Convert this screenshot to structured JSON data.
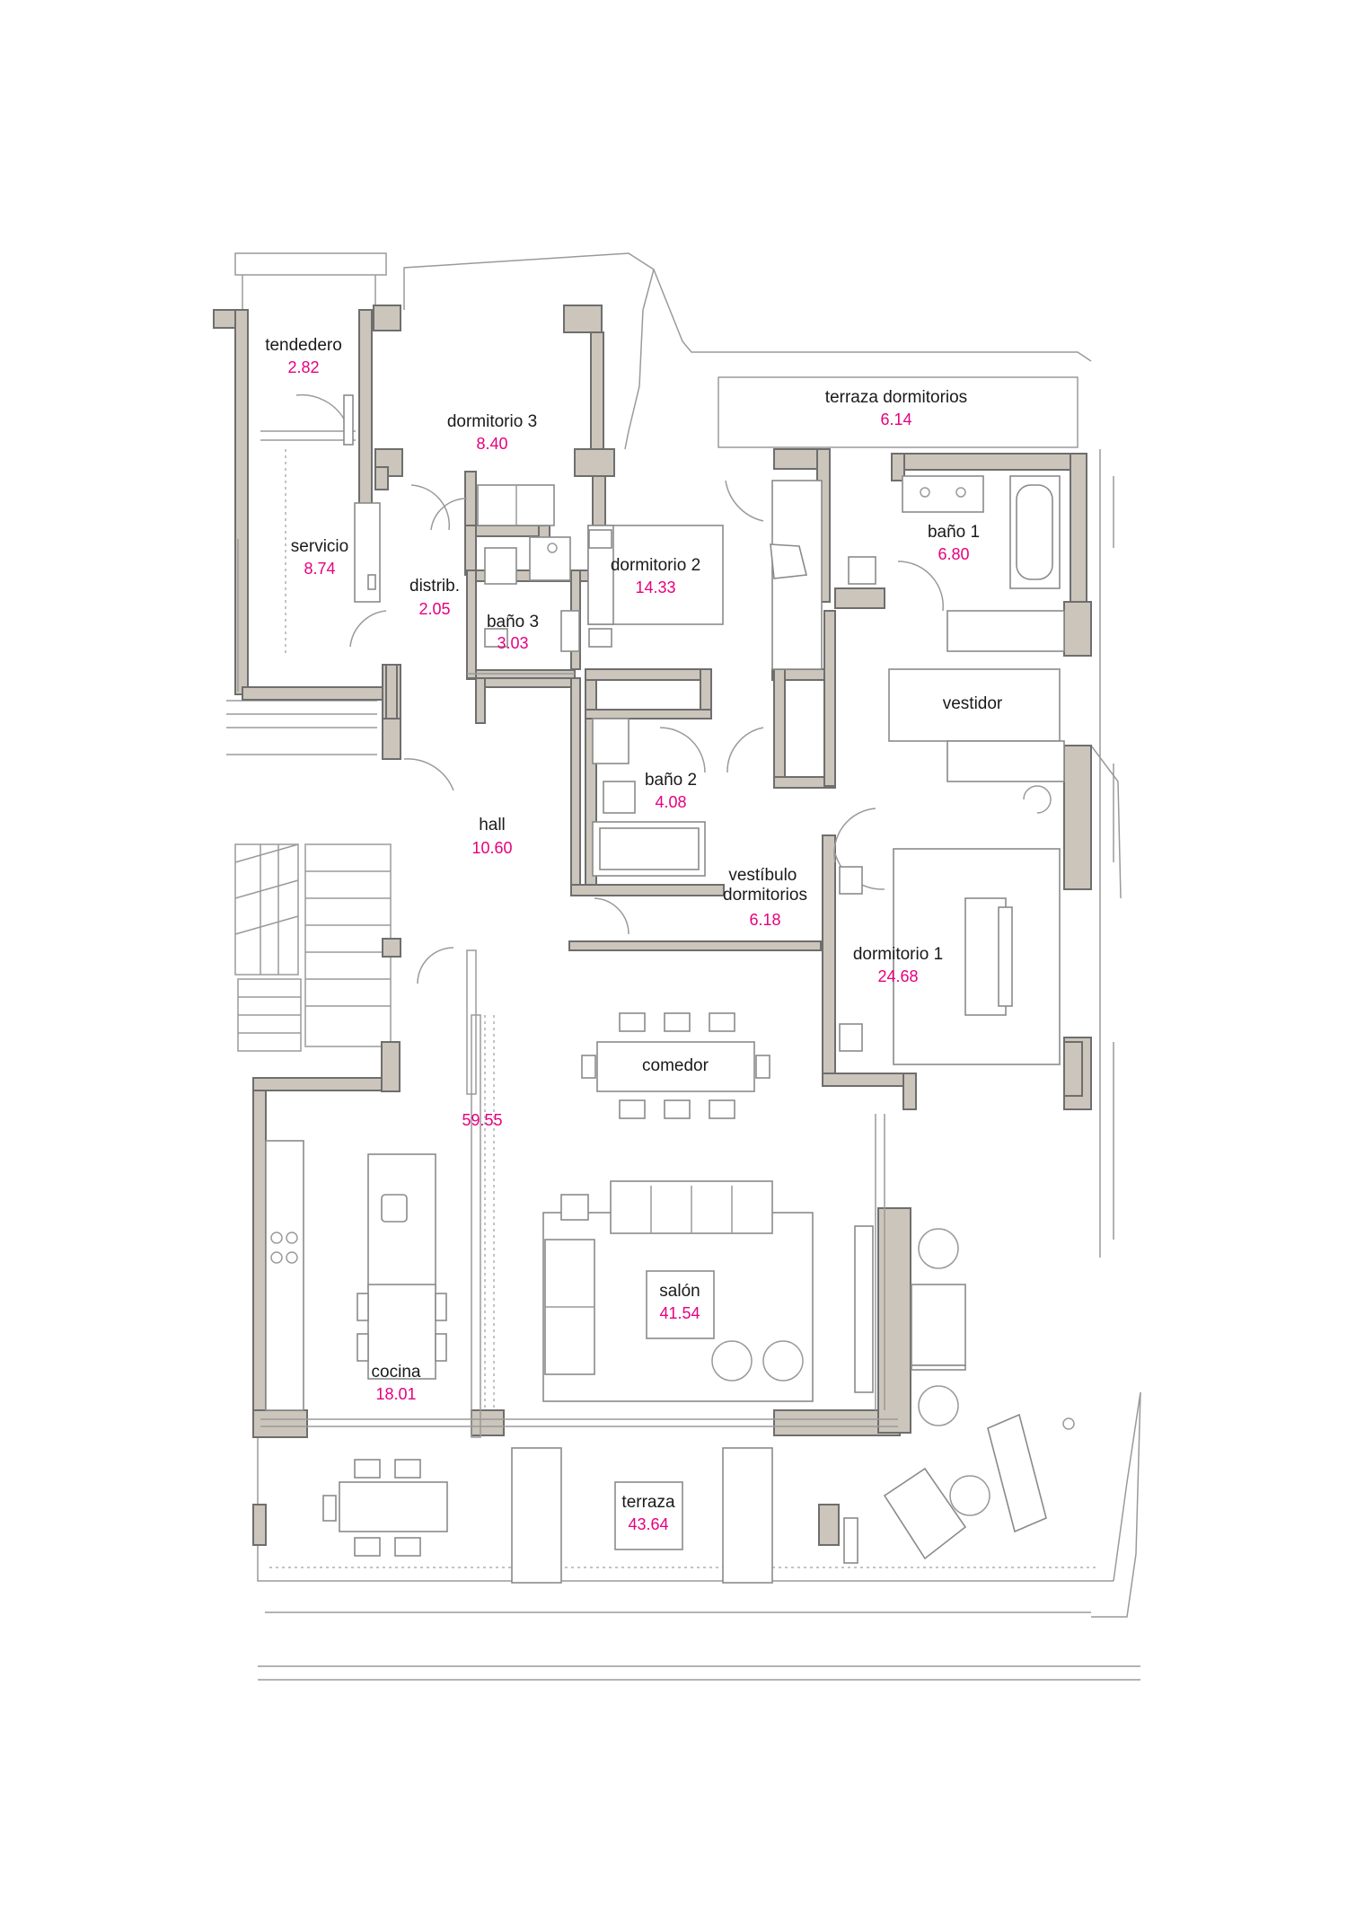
{
  "accent_color": "#e6007e",
  "rooms": [
    {
      "id": "tendedero",
      "name": "tendedero",
      "area": "2.82"
    },
    {
      "id": "dormitorio-3",
      "name": "dormitorio 3",
      "area": "8.40"
    },
    {
      "id": "terraza-dormitorios",
      "name": "terraza dormitorios",
      "area": "6.14"
    },
    {
      "id": "servicio",
      "name": "servicio",
      "area": "8.74"
    },
    {
      "id": "distrib",
      "name": "distrib.",
      "area": "2.05"
    },
    {
      "id": "bano-3",
      "name": "baño 3",
      "area": "3.03"
    },
    {
      "id": "dormitorio-2",
      "name": "dormitorio 2",
      "area": "14.33"
    },
    {
      "id": "bano-1",
      "name": "baño 1",
      "area": "6.80"
    },
    {
      "id": "vestidor",
      "name": "vestidor",
      "area": ""
    },
    {
      "id": "bano-2",
      "name": "baño 2",
      "area": "4.08"
    },
    {
      "id": "hall",
      "name": "hall",
      "area": "10.60"
    },
    {
      "id": "vestibulo-dormitorios",
      "name": "vestíbulo dormitorios",
      "area": "6.18"
    },
    {
      "id": "dormitorio-1",
      "name": "dormitorio 1",
      "area": "24.68"
    },
    {
      "id": "comedor",
      "name": "comedor",
      "area": ""
    },
    {
      "id": "living-area",
      "name": "",
      "area": "59.55"
    },
    {
      "id": "salon",
      "name": "salón",
      "area": "41.54"
    },
    {
      "id": "cocina",
      "name": "cocina",
      "area": "18.01"
    },
    {
      "id": "terraza",
      "name": "terraza",
      "area": "43.64"
    }
  ]
}
